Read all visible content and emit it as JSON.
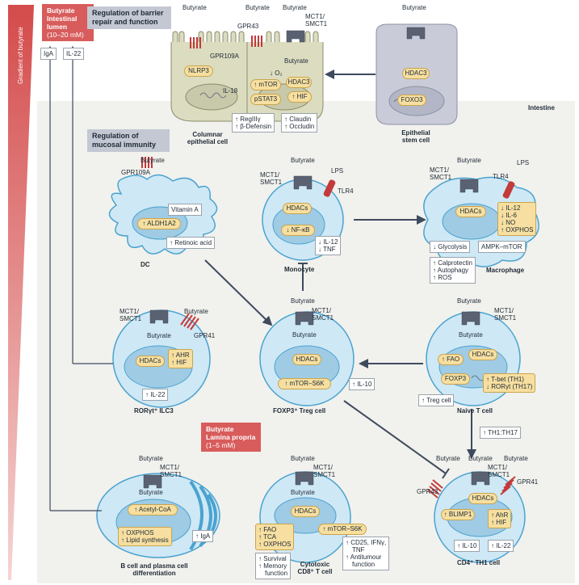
{
  "gradient": {
    "label": "Gradient of butyrate"
  },
  "lumen": {
    "line1": "Butyrate",
    "line2": "Intestinal",
    "line3": "lumen",
    "range": "(10–20 mM)"
  },
  "lumen_outputs": {
    "iga": "IgA",
    "il22": "IL-22"
  },
  "barrier": {
    "title_line1": "Regulation of barrier",
    "title_line2": "repair and function"
  },
  "immunity": {
    "title_line1": "Regulation of",
    "title_line2": "mucosal immunity"
  },
  "intestine": {
    "label": "Intestine"
  },
  "lamina": {
    "line1": "Butyrate",
    "line2": "Lamina propria",
    "range": "(1–5 mM)"
  },
  "columnar": {
    "butyrate_left": "Butyrate",
    "butyrate_mid": "Butyrate",
    "butyrate_right": "Butyrate",
    "gpr109a": "GPR109A",
    "gpr43": "GPR43",
    "mct1": "MCT1/",
    "smct1": "SMCT1",
    "nlrp3": "NLRP3",
    "il18": "IL-18",
    "mtor": "↑ mTOR",
    "pstat3": "pSTAT3",
    "inner_butyrate": "Butyrate",
    "o2": "↓ O₂",
    "hdac3": "HDAC3",
    "hif": "↑ HIF",
    "reg_line1": "↑ RegIIIγ",
    "reg_line2": "↑ β-Defensin",
    "claudin_line1": "↑ Claudin",
    "claudin_line2": "↑ Occludin",
    "label_line1": "Columnar",
    "label_line2": "epithelial cell"
  },
  "stem": {
    "butyrate": "Butyrate",
    "hdac3": "HDAC3",
    "foxo3": "FOXO3",
    "label_line1": "Epithelial",
    "label_line2": "stem cell"
  },
  "dc": {
    "butyrate": "Butyrate",
    "gpr109a": "GPR109A",
    "aldh": "↑ ALDH1A2",
    "vitamin": "Vitamin A",
    "retinoic": "↑ Retinoic acid",
    "label": "DC"
  },
  "monocyte": {
    "butyrate": "Butyrate",
    "mct1": "MCT1/",
    "smct1": "SMCT1",
    "lps": "LPS",
    "tlr4": "TLR4",
    "hdacs": "HDACs",
    "nfkb": "↓ NF-κB",
    "il12": "↓ IL-12",
    "tnf": "↓ TNF",
    "label": "Monocyte"
  },
  "macrophage": {
    "butyrate": "Butyrate",
    "mct1": "MCT1/",
    "smct1": "SMCT1",
    "lps": "LPS",
    "tlr4": "TLR4",
    "hdacs": "HDACs",
    "il12": "↓ IL-12",
    "il6": "↓ IL-6",
    "no": "↓ NO",
    "oxphos": "↑ OXPHOS",
    "glycolysis": "↓ Glycolysis",
    "ampk": "AMPK–mTOR",
    "calpro": "↑ Calprotectin",
    "autophagy": "↑ Autophagy",
    "ros": "↑ ROS",
    "label": "Macrophage"
  },
  "ilc3": {
    "butyrate_top": "Butyrate",
    "mct1": "MCT1/",
    "smct1": "SMCT1",
    "inner_butyrate": "Butyrate",
    "gpr41": "GPR41",
    "hdacs": "HDACs",
    "ahr": "↑ AHR",
    "hif": "↑ HIF",
    "il22": "↑ IL-22",
    "label": "RORγt⁺ ILC3"
  },
  "treg": {
    "butyrate_top": "Butyrate",
    "mct1": "MCT1/",
    "smct1": "SMCT1",
    "inner_butyrate": "Butyrate",
    "hdacs": "HDACs",
    "mtor": "↑ mTOR–S6K",
    "il10": "↑ IL-10",
    "label": "FOXP3⁺ Treg cell"
  },
  "naive": {
    "butyrate_top": "Butyrate",
    "mct1": "MCT1/",
    "smct1": "SMCT1",
    "inner_butyrate": "Butyrate",
    "fao": "↑ FAO",
    "hdacs": "HDACs",
    "foxp3": "FOXP3",
    "tbet": "↑ T-bet (TH1)",
    "rorgt": "↓ RORγt (TH17)",
    "treg_out": "↑ Treg cell",
    "ratio": "↑ TH1:TH17",
    "label": "Naive T cell"
  },
  "bcell": {
    "butyrate_top": "Butyrate",
    "mct1": "MCT1/",
    "smct1": "SMCT1",
    "inner_butyrate": "Butyrate",
    "acetyl": "↑ Acetyl-CoA",
    "oxphos": "↑ OXPHOS",
    "lipid": "↑ Lipid synthesis",
    "iga": "↑ IgA",
    "label_line1": "B cell and plasma cell",
    "label_line2": "differentiation"
  },
  "cd8": {
    "butyrate_top": "Butyrate",
    "mct1": "MCT1/",
    "smct1": "SMCT1",
    "inner_butyrate": "Butyrate",
    "hdacs": "HDACs",
    "fao": "↑ FAO",
    "tca": "↑ TCA",
    "oxphos": "↑ OXPHOS",
    "mtor": "↑ mTOR–S6K",
    "survival": "↑ Survival",
    "memory": "↑ Memory",
    "function": "function",
    "cd25": "↑ CD25, IFNγ,",
    "tnf": "TNF",
    "antitumour": "↑ Antitumour",
    "function2": "function",
    "label_line1": "Cytotoxic",
    "label_line2": "CD8⁺ T cell"
  },
  "cd4": {
    "butyrate_left": "Butyrate",
    "butyrate_mid": "Butyrate",
    "butyrate_right": "Butyrate",
    "mct1": "MCT1/",
    "smct1": "SMCT1",
    "gpr43": "GPR43",
    "gpr41": "GPR41",
    "hdacs": "HDACs",
    "blimp1": "↑ BLIMP1",
    "ahr": "↑ AhR",
    "hif": "↑ HIF",
    "il10": "↑ IL-10",
    "il22": "↑ IL-22",
    "label": "CD4⁺ TH1 cell"
  },
  "colors": {
    "cell": "#cfe8f5",
    "cell_stroke": "#4aa3d0",
    "epithelium": "#dcdcc0",
    "stem": "#c9ccd8",
    "receptor_red": "#c23a3a",
    "transporter": "#5a6272",
    "arrow": "#3e4a5e",
    "gradient": "#d85c5c"
  }
}
